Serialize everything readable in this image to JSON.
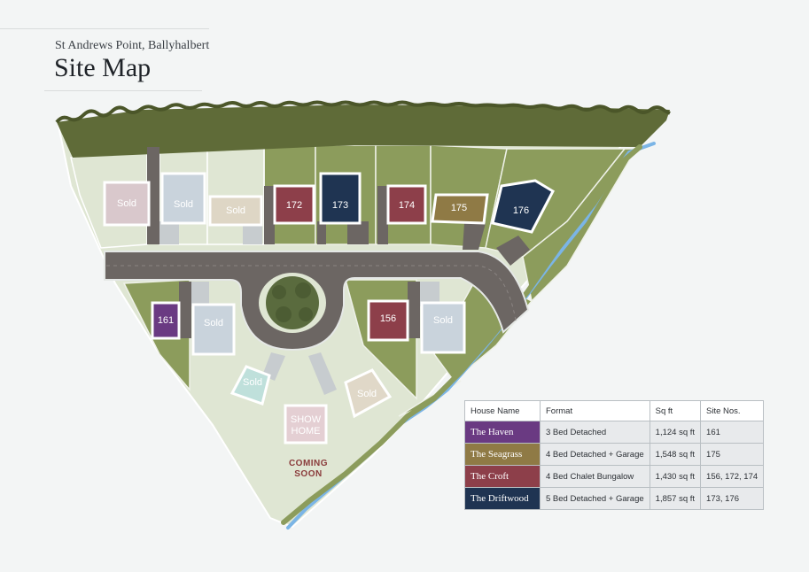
{
  "header": {
    "location": "St Andrews Point, Ballyhalbert",
    "title": "Site Map"
  },
  "map": {
    "plot_labels": {
      "p1": "Sold",
      "p2": "Sold",
      "p3": "Sold",
      "p4": "172",
      "p5": "173",
      "p6": "174",
      "p7": "175",
      "p8": "176",
      "p9": "161",
      "p10": "Sold",
      "p11": "156",
      "p12": "Sold",
      "p13": "Sold",
      "p14": "Sold"
    },
    "show_home": [
      "SHOW",
      "HOME"
    ],
    "coming_soon": [
      "COMING",
      "SOON"
    ]
  },
  "legend": {
    "headers": [
      "House Name",
      "Format",
      "Sq ft",
      "Site Nos."
    ],
    "rows": [
      {
        "name": "The Haven",
        "format": "3 Bed Detached",
        "sqft": "1,124 sq ft",
        "sites": "161",
        "color": "#6a3a82"
      },
      {
        "name": "The Seagrass",
        "format": "4 Bed Detached + Garage",
        "sqft": "1,548 sq ft",
        "sites": "175",
        "color": "#8f7a45"
      },
      {
        "name": "The Croft",
        "format": "4 Bed Chalet Bungalow",
        "sqft": "1,430 sq ft",
        "sites": "156, 172, 174",
        "color": "#8d3f4a"
      },
      {
        "name": "The Driftwood",
        "format": "5 Bed Detached + Garage",
        "sqft": "1,857 sq ft",
        "sites": "173, 176",
        "color": "#1f3452"
      }
    ]
  },
  "colors": {
    "background": "#f3f5f5",
    "hedge": "#5f6b38",
    "grass_dark": "#8c9c5c",
    "grass_light": "#dfe6d3",
    "road": "#6c6663",
    "water": "#7bb5e6",
    "sold_tint": "#d5c9cb"
  }
}
